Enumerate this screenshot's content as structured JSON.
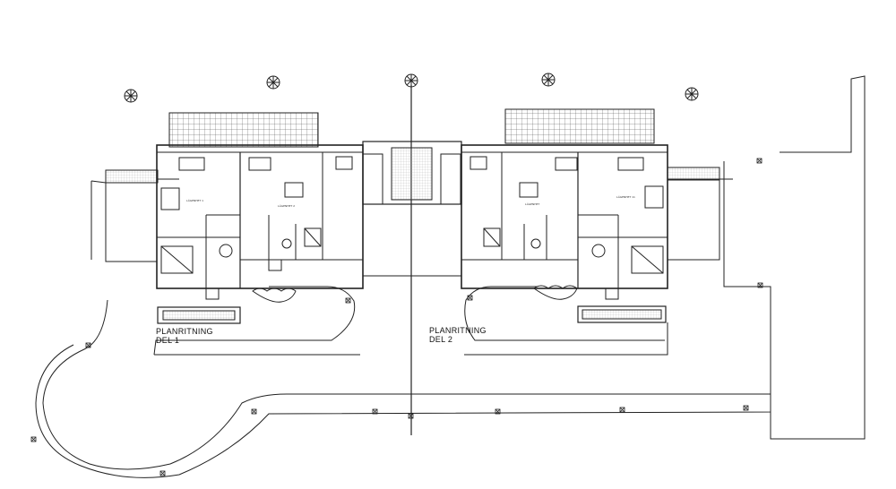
{
  "titles": {
    "part1": {
      "line1": "PLANRITNING",
      "line2": "DEL 1"
    },
    "part2": {
      "line1": "PLANRITNING",
      "line2": "DEL 2"
    }
  },
  "labels": {
    "unit_left": "LÄGENHET 1",
    "unit_2": "LÄGENHET 2",
    "unit_3": "LÄGENHET",
    "unit_right": "LÄGENHET 11"
  },
  "colors": {
    "ink": "#222222",
    "paper": "#ffffff",
    "hatch": "#555555"
  }
}
